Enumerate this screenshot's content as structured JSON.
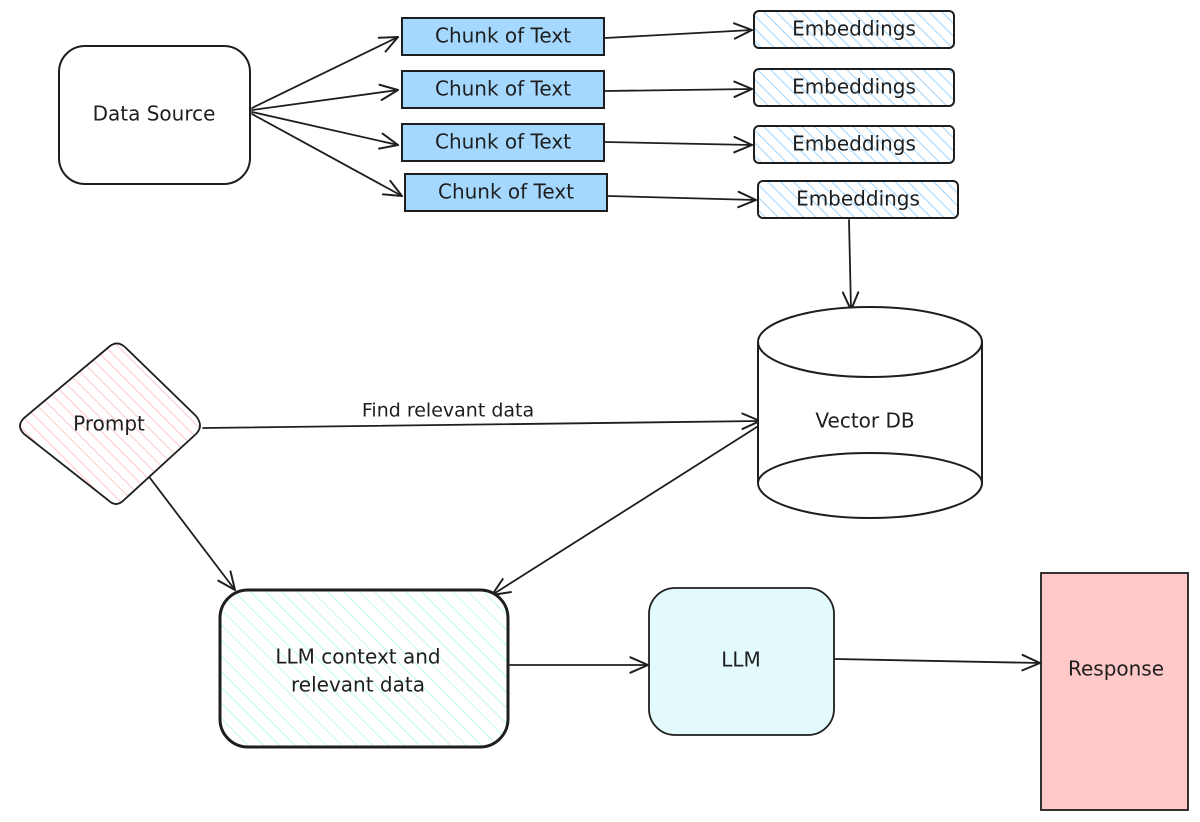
{
  "nodes": {
    "data_source": {
      "label": "Data Source"
    },
    "chunks": [
      {
        "label": "Chunk of Text"
      },
      {
        "label": "Chunk of Text"
      },
      {
        "label": "Chunk of Text"
      },
      {
        "label": "Chunk of Text"
      }
    ],
    "embeddings": [
      {
        "label": "Embeddings"
      },
      {
        "label": "Embeddings"
      },
      {
        "label": "Embeddings"
      },
      {
        "label": "Embeddings"
      }
    ],
    "vector_db": {
      "label": "Vector DB"
    },
    "prompt": {
      "label": "Prompt"
    },
    "llm_context": {
      "line1": "LLM context and",
      "line2": "relevant data"
    },
    "llm": {
      "label": "LLM"
    },
    "response": {
      "label": "Response"
    }
  },
  "edges": {
    "prompt_to_vector_db": {
      "label": "Find relevant data"
    }
  },
  "colors": {
    "stroke": "#1e1e1e",
    "chunk_fill": "#a5d8ff",
    "embedding_hatch": "#a5d8ff",
    "prompt_hatch": "#ffc9c9",
    "context_hatch": "#c3fae8",
    "llm_fill": "#e3fafc",
    "response_fill": "#ffc9c9"
  }
}
